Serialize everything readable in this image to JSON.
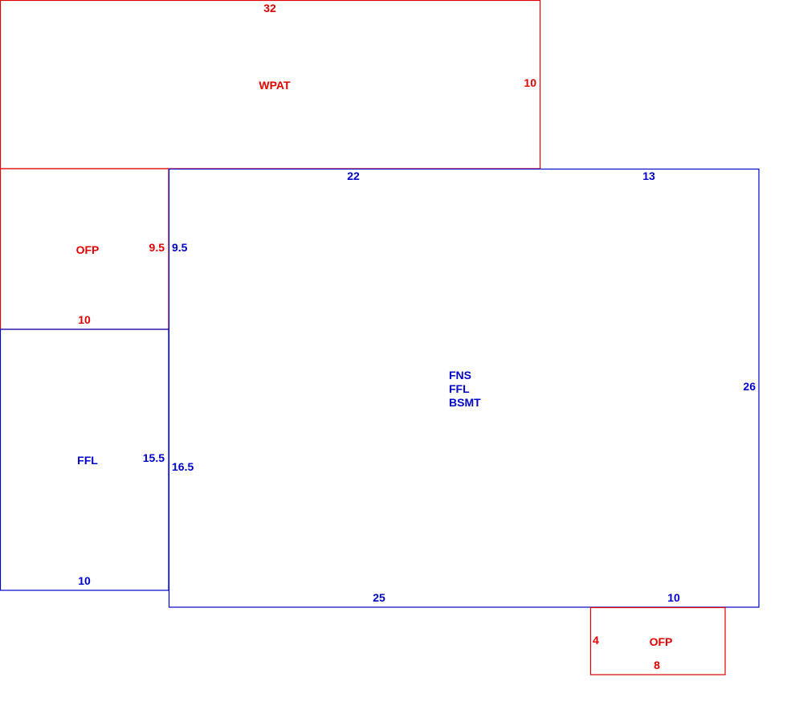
{
  "colors": {
    "red": "#e00000",
    "blue": "#0000c8",
    "background": "#ffffff"
  },
  "areas": {
    "wpat": {
      "label": "WPAT",
      "top": "32",
      "right": "10"
    },
    "ofp_upper": {
      "label": "OFP",
      "right": "9.5",
      "bottom": "10"
    },
    "ffl_left": {
      "label": "FFL",
      "right": "15.5",
      "bottom": "10"
    },
    "main": {
      "labels": [
        "FNS",
        "FFL",
        "BSMT"
      ],
      "top_left_segment": "22",
      "top_right_segment": "13",
      "left_upper": "9.5",
      "left_lower": "16.5",
      "right": "26",
      "bottom_left_segment": "25",
      "bottom_right_segment": "10"
    },
    "ofp_lower": {
      "label": "OFP",
      "left": "4",
      "bottom": "8"
    }
  }
}
